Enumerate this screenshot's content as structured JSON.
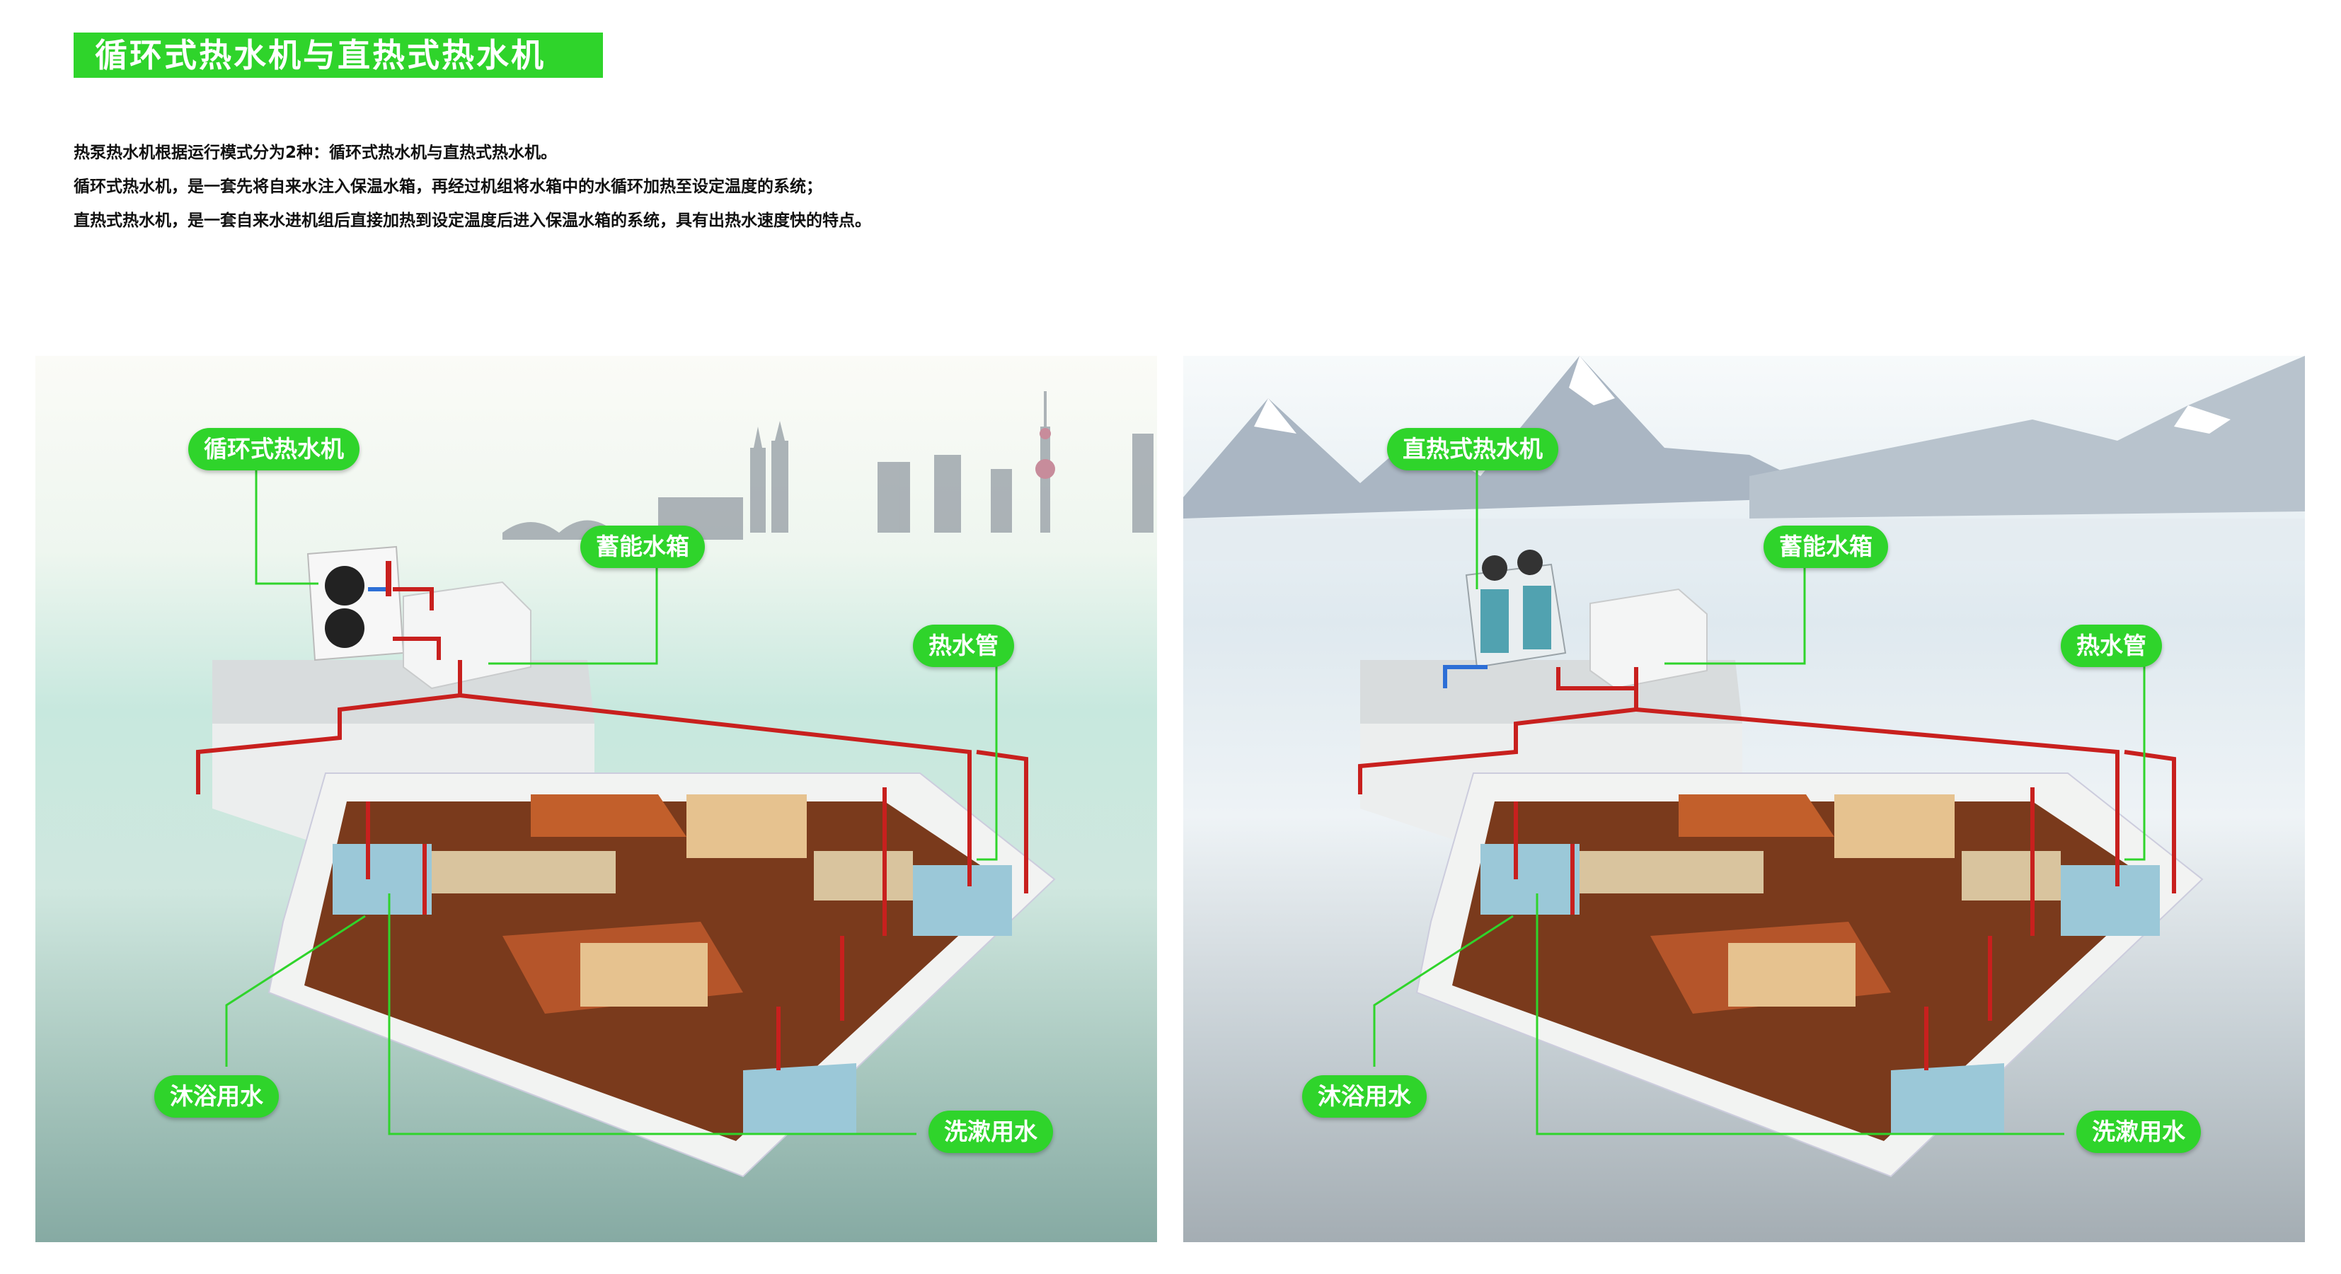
{
  "header": {
    "title": "循环式热水机与直热式热水机"
  },
  "intro": {
    "lines": [
      "热泵热水机根据运行模式分为2种：循环式热水机与直热式热水机。",
      "循环式热水机，是一套先将自来水注入保温水箱，再经过机组将水箱中的水循环加热至设定温度的系统；",
      "直热式热水机，是一套自来水进机组后直接加热到设定温度后进入保温水箱的系统，具有出热水速度快的特点。"
    ]
  },
  "left_panel": {
    "labels": {
      "unit": "循环式热水机",
      "tank": "蓄能水箱",
      "pipe": "热水管",
      "shower": "沐浴用水",
      "wash": "洗漱用水"
    }
  },
  "right_panel": {
    "labels": {
      "unit": "直热式热水机",
      "tank": "蓄能水箱",
      "pipe": "热水管",
      "shower": "沐浴用水",
      "wash": "洗漱用水"
    }
  },
  "colors": {
    "accent": "#2fd42b",
    "hot_pipe": "#c8201e",
    "cold_pipe": "#2d6fd6"
  }
}
